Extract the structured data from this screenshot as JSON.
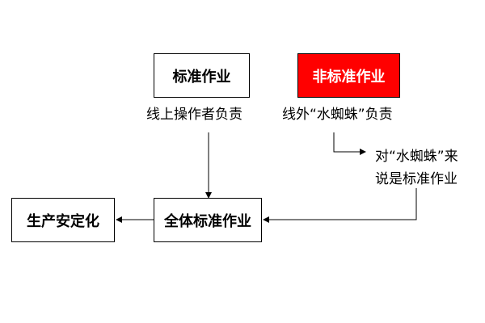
{
  "diagram": {
    "standard_work": "标准作业",
    "non_standard_work": "非标准作业",
    "line_operator_label": "线上操作者负责",
    "water_spider_label": "线外“水蜘蛛”负责",
    "note_line1": "对“水蜘蛛”来",
    "note_line2": "说是标准作业",
    "all_standard_work": "全体标准作业",
    "production_stability": "生产安定化"
  },
  "colors": {
    "highlight": "#ff0000",
    "line": "#000000"
  }
}
